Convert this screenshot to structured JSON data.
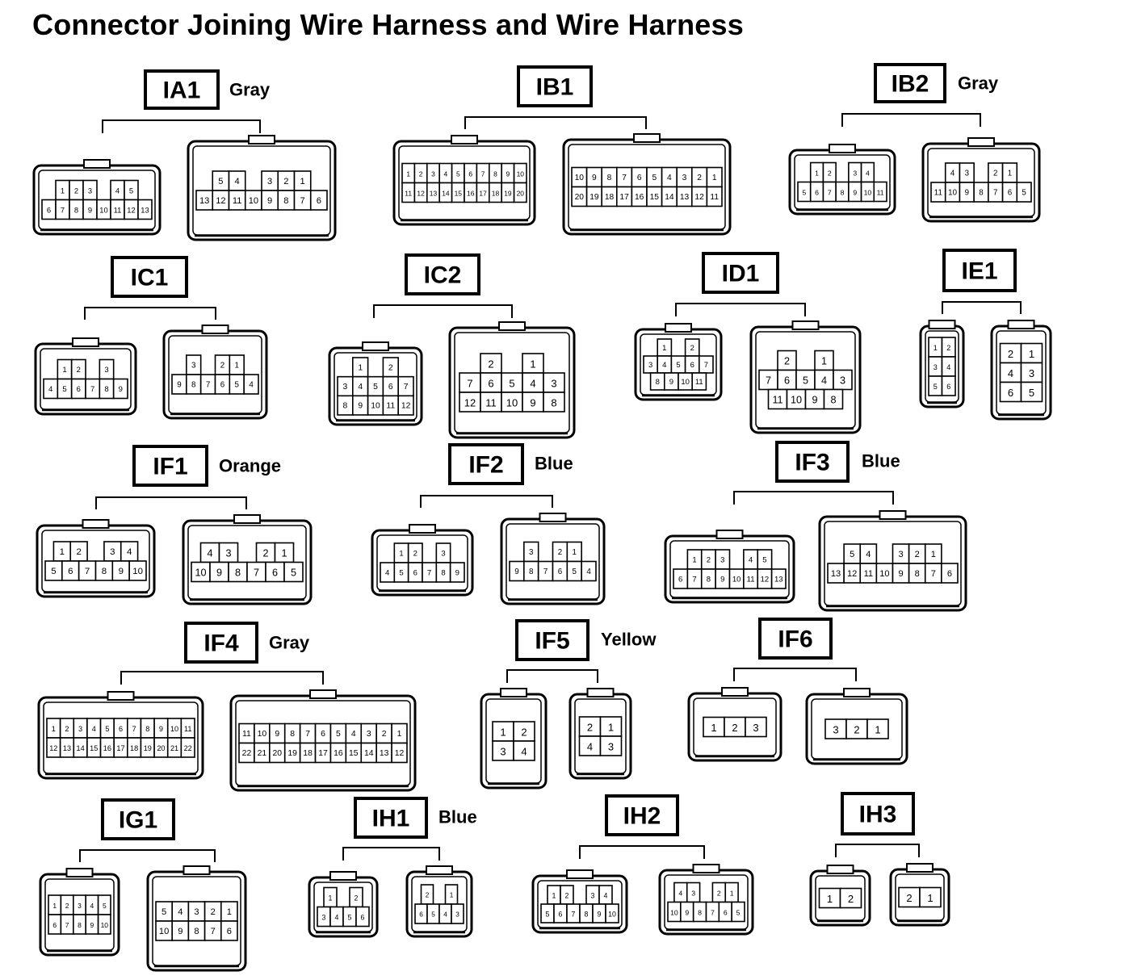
{
  "title": "Connector Joining Wire Harness and Wire Harness",
  "connectors": [
    {
      "code": "IA1",
      "color": "Gray",
      "female": {
        "rows": [
          [
            "1",
            "2",
            "3",
            "",
            "4",
            "5"
          ],
          [
            "6",
            "7",
            "8",
            "9",
            "10",
            "11",
            "12",
            "13"
          ]
        ]
      },
      "male": {
        "rows": [
          [
            "5",
            "4",
            "",
            "3",
            "2",
            "1"
          ],
          [
            "13",
            "12",
            "11",
            "10",
            "9",
            "8",
            "7",
            "6"
          ]
        ]
      }
    },
    {
      "code": "IB1",
      "color": "",
      "female": {
        "rows": [
          [
            "1",
            "2",
            "3",
            "4",
            "5",
            "6",
            "7",
            "8",
            "9",
            "10"
          ],
          [
            "11",
            "12",
            "13",
            "14",
            "15",
            "16",
            "17",
            "18",
            "19",
            "20"
          ]
        ]
      },
      "male": {
        "rows": [
          [
            "10",
            "9",
            "8",
            "7",
            "6",
            "5",
            "4",
            "3",
            "2",
            "1"
          ],
          [
            "20",
            "19",
            "18",
            "17",
            "16",
            "15",
            "14",
            "13",
            "12",
            "11"
          ]
        ]
      }
    },
    {
      "code": "IB2",
      "color": "Gray",
      "female": {
        "rows": [
          [
            "1",
            "2",
            "",
            "3",
            "4"
          ],
          [
            "5",
            "6",
            "7",
            "8",
            "9",
            "10",
            "11"
          ]
        ]
      },
      "male": {
        "rows": [
          [
            "4",
            "3",
            "",
            "2",
            "1"
          ],
          [
            "11",
            "10",
            "9",
            "8",
            "7",
            "6",
            "5"
          ]
        ]
      }
    },
    {
      "code": "IC1",
      "color": "",
      "female": {
        "rows": [
          [
            "1",
            "2",
            "",
            "3"
          ],
          [
            "4",
            "5",
            "6",
            "7",
            "8",
            "9"
          ]
        ]
      },
      "male": {
        "rows": [
          [
            "3",
            "",
            "2",
            "1"
          ],
          [
            "9",
            "8",
            "7",
            "6",
            "5",
            "4"
          ]
        ]
      }
    },
    {
      "code": "IC2",
      "color": "",
      "female": {
        "rows": [
          [
            "1",
            "",
            "2"
          ],
          [
            "3",
            "4",
            "5",
            "6",
            "7"
          ],
          [
            "8",
            "9",
            "10",
            "11",
            "12"
          ]
        ]
      },
      "male": {
        "rows": [
          [
            "2",
            "",
            "1"
          ],
          [
            "7",
            "6",
            "5",
            "4",
            "3"
          ],
          [
            "12",
            "11",
            "10",
            "9",
            "8"
          ]
        ]
      }
    },
    {
      "code": "ID1",
      "color": "",
      "female": {
        "rows": [
          [
            "1",
            "",
            "2"
          ],
          [
            "3",
            "4",
            "5",
            "6",
            "7"
          ],
          [
            "8",
            "9",
            "10",
            "11"
          ]
        ]
      },
      "male": {
        "rows": [
          [
            "2",
            "",
            "1"
          ],
          [
            "7",
            "6",
            "5",
            "4",
            "3"
          ],
          [
            "11",
            "10",
            "9",
            "8"
          ]
        ]
      }
    },
    {
      "code": "IE1",
      "color": "",
      "female": {
        "rows": [
          [
            "1",
            "2"
          ],
          [
            "3",
            "4"
          ],
          [
            "5",
            "6"
          ]
        ]
      },
      "male": {
        "rows": [
          [
            "2",
            "1"
          ],
          [
            "4",
            "3"
          ],
          [
            "6",
            "5"
          ]
        ]
      }
    },
    {
      "code": "IF1",
      "color": "Orange",
      "female": {
        "rows": [
          [
            "1",
            "2",
            "",
            "3",
            "4"
          ],
          [
            "5",
            "6",
            "7",
            "8",
            "9",
            "10"
          ]
        ]
      },
      "male": {
        "rows": [
          [
            "4",
            "3",
            "",
            "2",
            "1"
          ],
          [
            "10",
            "9",
            "8",
            "7",
            "6",
            "5"
          ]
        ]
      }
    },
    {
      "code": "IF2",
      "color": "Blue",
      "female": {
        "rows": [
          [
            "1",
            "2",
            "",
            "3"
          ],
          [
            "4",
            "5",
            "6",
            "7",
            "8",
            "9"
          ]
        ]
      },
      "male": {
        "rows": [
          [
            "3",
            "",
            "2",
            "1"
          ],
          [
            "9",
            "8",
            "7",
            "6",
            "5",
            "4"
          ]
        ]
      }
    },
    {
      "code": "IF3",
      "color": "Blue",
      "female": {
        "rows": [
          [
            "1",
            "2",
            "3",
            "",
            "4",
            "5"
          ],
          [
            "6",
            "7",
            "8",
            "9",
            "10",
            "11",
            "12",
            "13"
          ]
        ]
      },
      "male": {
        "rows": [
          [
            "5",
            "4",
            "",
            "3",
            "2",
            "1"
          ],
          [
            "13",
            "12",
            "11",
            "10",
            "9",
            "8",
            "7",
            "6"
          ]
        ]
      }
    },
    {
      "code": "IF4",
      "color": "Gray",
      "female": {
        "rows": [
          [
            "1",
            "2",
            "3",
            "4",
            "5",
            "6",
            "7",
            "8",
            "9",
            "10",
            "11"
          ],
          [
            "12",
            "13",
            "14",
            "15",
            "16",
            "17",
            "18",
            "19",
            "20",
            "21",
            "22"
          ]
        ]
      },
      "male": {
        "rows": [
          [
            "11",
            "10",
            "9",
            "8",
            "7",
            "6",
            "5",
            "4",
            "3",
            "2",
            "1"
          ],
          [
            "22",
            "21",
            "20",
            "19",
            "18",
            "17",
            "16",
            "15",
            "14",
            "13",
            "12"
          ]
        ]
      }
    },
    {
      "code": "IF5",
      "color": "Yellow",
      "female": {
        "rows": [
          [
            "1",
            "2"
          ],
          [
            "3",
            "4"
          ]
        ]
      },
      "male": {
        "rows": [
          [
            "2",
            "1"
          ],
          [
            "4",
            "3"
          ]
        ]
      }
    },
    {
      "code": "IF6",
      "color": "",
      "female": {
        "rows": [
          [
            "1",
            "2",
            "3"
          ]
        ]
      },
      "male": {
        "rows": [
          [
            "3",
            "2",
            "1"
          ]
        ]
      }
    },
    {
      "code": "IG1",
      "color": "",
      "female": {
        "rows": [
          [
            "1",
            "2",
            "3",
            "4",
            "5"
          ],
          [
            "6",
            "7",
            "8",
            "9",
            "10"
          ]
        ]
      },
      "male": {
        "rows": [
          [
            "5",
            "4",
            "3",
            "2",
            "1"
          ],
          [
            "10",
            "9",
            "8",
            "7",
            "6"
          ]
        ]
      }
    },
    {
      "code": "IH1",
      "color": "Blue",
      "female": {
        "rows": [
          [
            "1",
            "",
            "2"
          ],
          [
            "3",
            "4",
            "5",
            "6"
          ]
        ]
      },
      "male": {
        "rows": [
          [
            "2",
            "",
            "1"
          ],
          [
            "6",
            "5",
            "4",
            "3"
          ]
        ]
      }
    },
    {
      "code": "IH2",
      "color": "",
      "female": {
        "rows": [
          [
            "1",
            "2",
            "",
            "3",
            "4"
          ],
          [
            "5",
            "6",
            "7",
            "8",
            "9",
            "10"
          ]
        ]
      },
      "male": {
        "rows": [
          [
            "4",
            "3",
            "",
            "2",
            "1"
          ],
          [
            "10",
            "9",
            "8",
            "7",
            "6",
            "5"
          ]
        ]
      }
    },
    {
      "code": "IH3",
      "color": "",
      "female": {
        "rows": [
          [
            "1",
            "2"
          ]
        ]
      },
      "male": {
        "rows": [
          [
            "2",
            "1"
          ]
        ]
      }
    }
  ]
}
